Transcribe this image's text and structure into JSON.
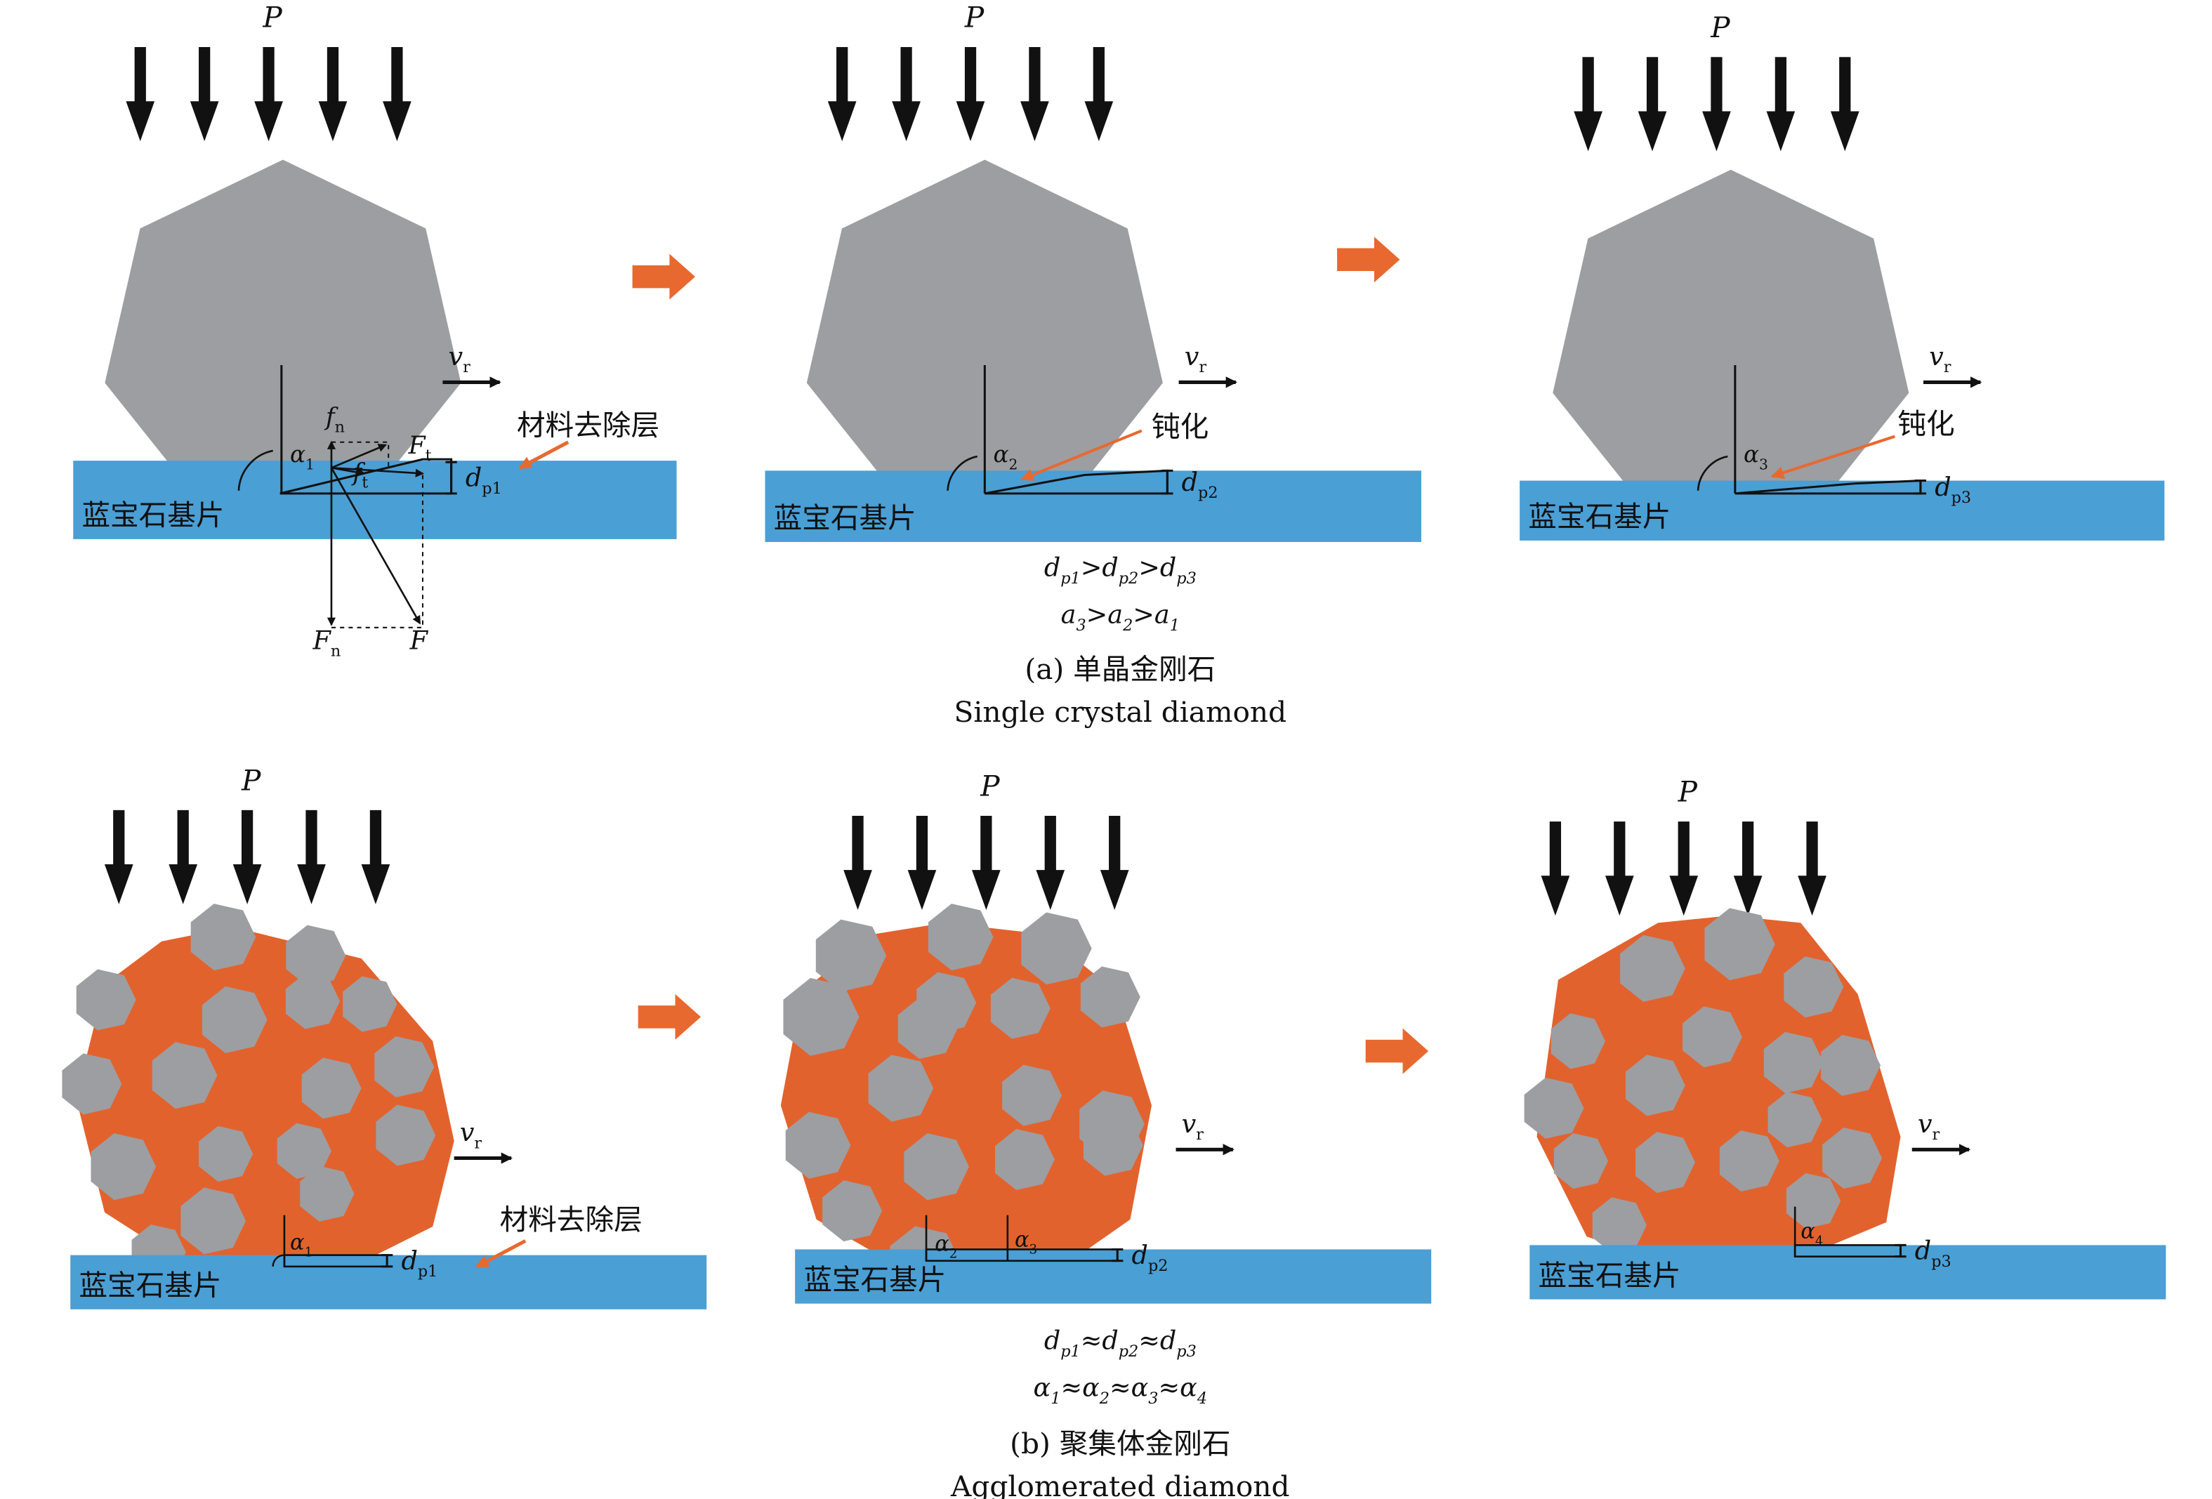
{
  "colors": {
    "substrate": "#4a9fd5",
    "diamond_grey": "#9d9ea1",
    "binder_orange": "#e2622e",
    "arrow_black": "#111111",
    "process_arrow": "#e8692f"
  },
  "labels": {
    "pressure": "P",
    "velocity_main": "v",
    "velocity_sub": "r",
    "substrate": "蓝宝石基片",
    "removal_layer": "材料去除层",
    "passivation": "钝化",
    "depth_main": "d",
    "depth_p1": "p1",
    "depth_p2": "p2",
    "depth_p3": "p3",
    "alpha": "α",
    "a1": "1",
    "a2": "2",
    "a3": "3",
    "a4": "4",
    "f_main": "f",
    "F_main": "F",
    "sub_n": "n",
    "sub_t": "t",
    "F_total": "F"
  },
  "relations": {
    "a_depth": [
      {
        "t": "d"
      },
      {
        "t": "p1",
        "s": 1
      },
      {
        "t": ">",
        "n": 1
      },
      {
        "t": "d"
      },
      {
        "t": "p2",
        "s": 1
      },
      {
        "t": ">",
        "n": 1
      },
      {
        "t": "d"
      },
      {
        "t": "p3",
        "s": 1
      }
    ],
    "a_angle": [
      {
        "t": "a"
      },
      {
        "t": "3",
        "s": 1
      },
      {
        "t": ">",
        "n": 1
      },
      {
        "t": "a"
      },
      {
        "t": "2",
        "s": 1
      },
      {
        "t": ">",
        "n": 1
      },
      {
        "t": "a"
      },
      {
        "t": "1",
        "s": 1
      }
    ],
    "b_depth": [
      {
        "t": "d"
      },
      {
        "t": "p1",
        "s": 1
      },
      {
        "t": "≈",
        "n": 1
      },
      {
        "t": "d"
      },
      {
        "t": "p2",
        "s": 1
      },
      {
        "t": "≈",
        "n": 1
      },
      {
        "t": "d"
      },
      {
        "t": "p3",
        "s": 1
      }
    ],
    "b_angle": [
      {
        "t": "α"
      },
      {
        "t": "1",
        "s": 1
      },
      {
        "t": "≈",
        "n": 1
      },
      {
        "t": "α"
      },
      {
        "t": "2",
        "s": 1
      },
      {
        "t": "≈",
        "n": 1
      },
      {
        "t": "α"
      },
      {
        "t": "3",
        "s": 1
      },
      {
        "t": "≈",
        "n": 1
      },
      {
        "t": "α"
      },
      {
        "t": "4",
        "s": 1
      }
    ]
  },
  "captions": {
    "a_cn": "(a) 单晶金刚石",
    "a_en": "Single crystal diamond",
    "b_cn": "(b) 聚集体金刚石",
    "b_en": "Agglomerated diamond"
  }
}
